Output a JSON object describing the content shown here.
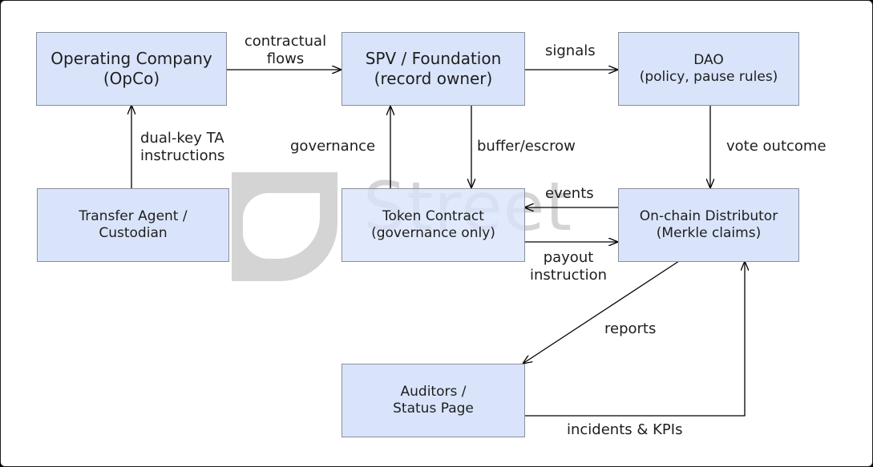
{
  "watermark": {
    "text": "Street"
  },
  "nodes": {
    "opco": {
      "line1": "Operating Company",
      "line2": "(OpCo)"
    },
    "spv": {
      "line1": "SPV / Foundation",
      "line2": "(record owner)"
    },
    "dao": {
      "line1": "DAO",
      "line2": "(policy, pause rules)"
    },
    "transfer_agent": {
      "line1": "Transfer Agent /",
      "line2": "Custodian"
    },
    "token_contract": {
      "line1": "Token Contract",
      "line2": "(governance only)"
    },
    "distributor": {
      "line1": "On-chain Distributor",
      "line2": "(Merkle claims)"
    },
    "auditors": {
      "line1": "Auditors /",
      "line2": "Status Page"
    }
  },
  "edges": {
    "opco_spv": {
      "line1": "contractual",
      "line2": "flows"
    },
    "spv_dao": {
      "label": "signals"
    },
    "ta_opco": {
      "line1": "dual-key TA",
      "line2": "instructions"
    },
    "token_spv": {
      "label": "governance"
    },
    "spv_token": {
      "label": "buffer/escrow"
    },
    "dao_distributor": {
      "label": "vote outcome"
    },
    "distributor_token": {
      "label": "events"
    },
    "token_distributor": {
      "line1": "payout",
      "line2": "instruction"
    },
    "distributor_auditors": {
      "label": "reports"
    },
    "auditors_distributor": {
      "label": "incidents & KPIs"
    }
  },
  "colors": {
    "node_fill": "#d9e4fb",
    "node_border": "#8a8f9a",
    "arrow": "#000000",
    "watermark": "#d4d4d4",
    "frame": "#000000"
  }
}
